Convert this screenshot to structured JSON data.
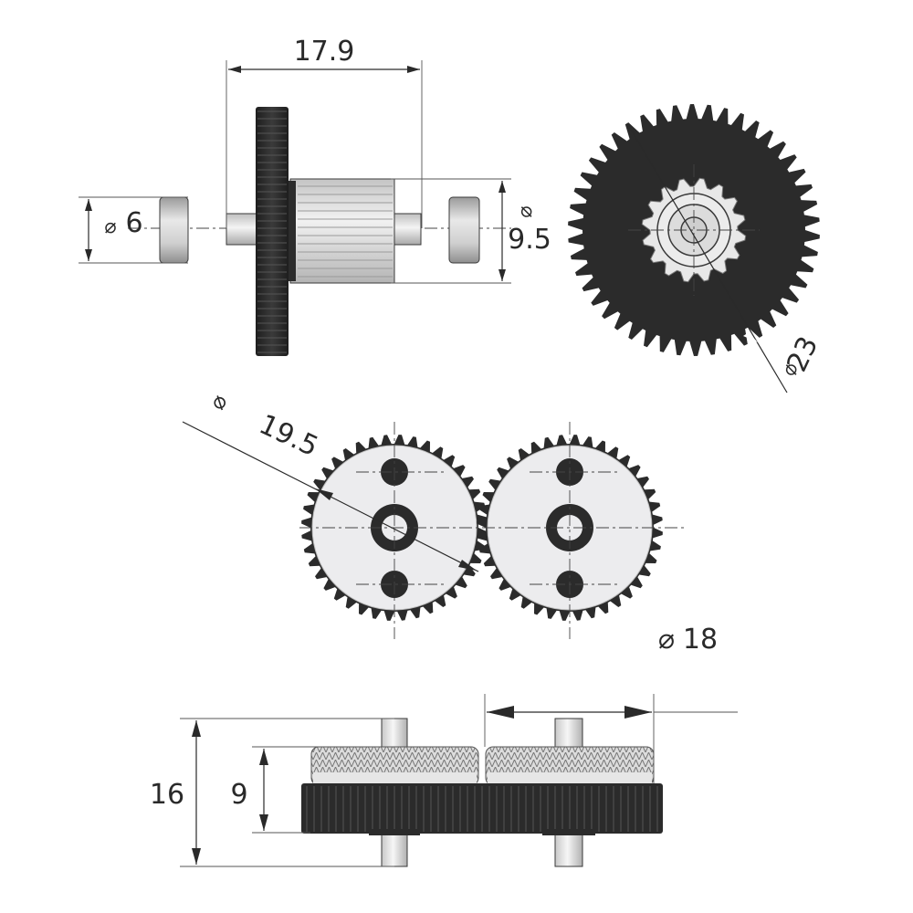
{
  "dimensions": {
    "shaft_length": "17.9",
    "bearing_diameter_symbol": "⌀",
    "bearing_diameter": "6",
    "pinion_diameter_symbol": "⌀",
    "pinion_diameter": "9.5",
    "large_gear_diameter_symbol": "⌀",
    "large_gear_diameter": "23",
    "drive_gear_outer_symbol": "⌀",
    "drive_gear_outer": "19.5",
    "drive_gear_pitch_symbol": "⌀",
    "drive_gear_pitch": "18",
    "assembly_height": "16",
    "hob_height": "9"
  },
  "colors": {
    "gear_dark": "#2b2b2b",
    "gear_light": "#ececee",
    "metal": "#d9d9d9",
    "line": "#2a2a2a"
  },
  "gear_teeth": {
    "large_gear": 46,
    "pinion": 16,
    "drive_gear": 40
  }
}
